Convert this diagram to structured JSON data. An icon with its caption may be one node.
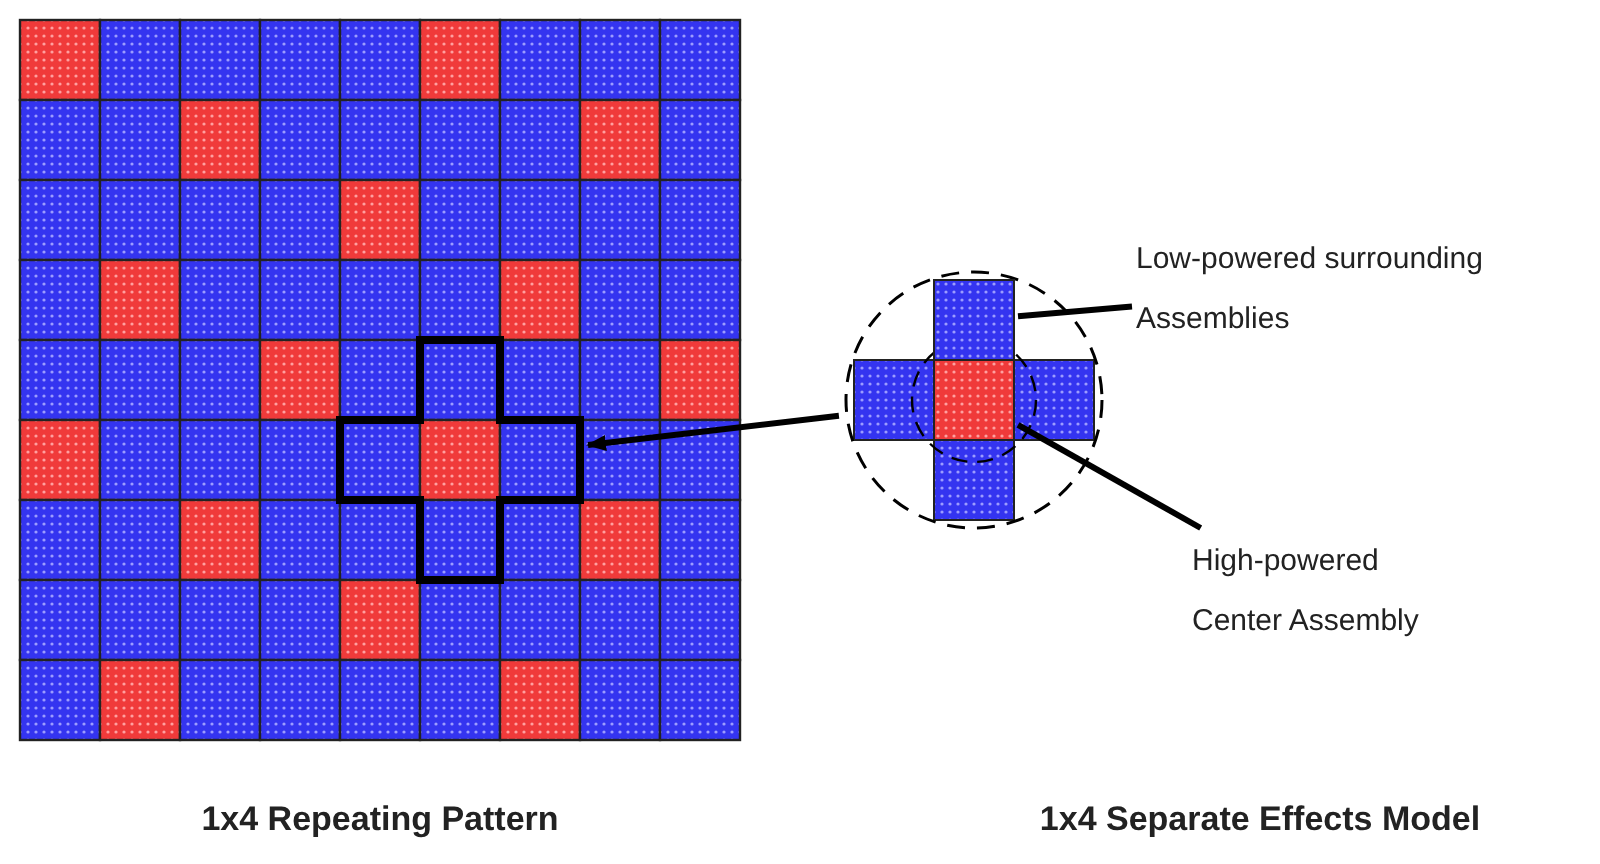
{
  "diagram": {
    "nodes": [
      {
        "text": [],
        "shape": "cross"
      },
      {
        "text": [],
        "shape": "circle"
      },
      {
        "text": [
          "Low-powered surrounding Assemblies"
        ]
      },
      {
        "text": [
          "High-powered Center Assembly"
        ]
      },
      {
        "text": [],
        "shape": "box",
        "in": 1
      },
      {
        "text": [],
        "shape": "box",
        "in": 1
      }
    ],
    "edges": [
      {
        "from": 1,
        "to": 0,
        "arrow": "to"
      },
      {
        "from": 2,
        "to": 4,
        "arrow": "none"
      },
      {
        "from": 3,
        "to": 5,
        "arrow": "none"
      }
    ],
    "labels": [
      "1x4 Repeating Pattern",
      "1x4 Separate Effects Model"
    ]
  }
}
